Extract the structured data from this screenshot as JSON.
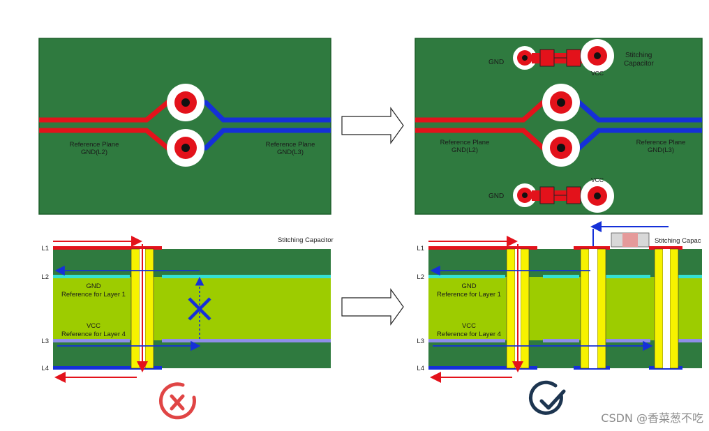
{
  "colors": {
    "board_green": "#2f7a3f",
    "trace_red": "#e3121b",
    "trace_blue": "#1530d8",
    "plane_yellow_green": "#9dcc00",
    "via_yellow": "#f7f200",
    "gnd_plane_cyan": "#35e0d2",
    "vcc_plane_lavender": "#8f8ee8",
    "bad_mark_red": "#e04545",
    "good_mark_navy": "#1d3550"
  },
  "top_left": {
    "ref_left_line1": "Reference Plane",
    "ref_left_line2": "GND(L2)",
    "ref_right_line1": "Reference Plane",
    "ref_right_line2": "GND(L3)"
  },
  "top_right": {
    "ref_left_line1": "Reference Plane",
    "ref_left_line2": "GND(L2)",
    "ref_right_line1": "Reference Plane",
    "ref_right_line2": "GND(L3)",
    "gnd_top": "GND",
    "vcc_top": "VCC",
    "stitch_line1": "Stitching",
    "stitch_line2": "Capacitor",
    "gnd_bottom": "GND",
    "vcc_bottom": "VCC"
  },
  "bottom_left": {
    "title": "Stitching Capacitor",
    "layers": [
      "L1",
      "L2",
      "L3",
      "L4"
    ],
    "gnd_title": "GND",
    "gnd_sub": "Reference for Layer 1",
    "vcc_title": "VCC",
    "vcc_sub": "Reference for Layer 4",
    "mark": "bad"
  },
  "bottom_right": {
    "title": "Stitching Capac",
    "layers": [
      "L1",
      "L2",
      "L3",
      "L4"
    ],
    "gnd_title": "GND",
    "gnd_sub": "Reference for Layer 1",
    "vcc_title": "VCC",
    "vcc_sub": "Reference for Layer 4",
    "mark": "good"
  },
  "watermark": "CSDN @香菜葱不吃"
}
